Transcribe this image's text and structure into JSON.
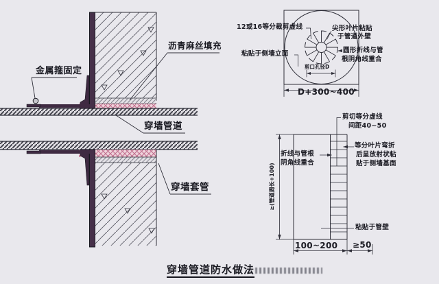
{
  "colors": {
    "background": "#e9e8ed",
    "line": "#2e2e38",
    "pink_fill": "#efd3db",
    "pink_hatch": "#c06d8d",
    "pipe_dark": "#463049"
  },
  "title": {
    "text": "穿墙管道防水做法"
  },
  "section_detail": {
    "metal_hoop_label": "金属箍固定",
    "asphalt_fill_label": "沥青麻丝填充",
    "pipe_label": "穿墙管道",
    "sleeve_label": "穿墙套管"
  },
  "plan_detail": {
    "divide_label": "12或16等分裁剪虚线",
    "blade_label_line1": "尖形叶片粘贴",
    "blade_label_line2": "于管道外壁",
    "paste_wall_label": "粘贴于侧墙立面",
    "fold_label_line1": "圆形折线与管",
    "fold_label_line2": "根阴角线重合",
    "cut_hole_label": "剪口孔径D",
    "width_dim": "D+300~400"
  },
  "strip_detail": {
    "cut_label_line1": "剪切等分虚线",
    "cut_label_line2": "间距40~50",
    "fold_label_line1": "折线与管根",
    "fold_label_line2": "阴角线重合",
    "blade_label_line1": "等分叶片弯折",
    "blade_label_line2": "后呈放射状粘",
    "blade_label_line3": "贴于侧墙基面",
    "paste_pipe_label": "粘贴于管壁",
    "height_dim": "≥(管道周长+100)",
    "width_dim": "100~200",
    "min_dim": "≥50"
  }
}
